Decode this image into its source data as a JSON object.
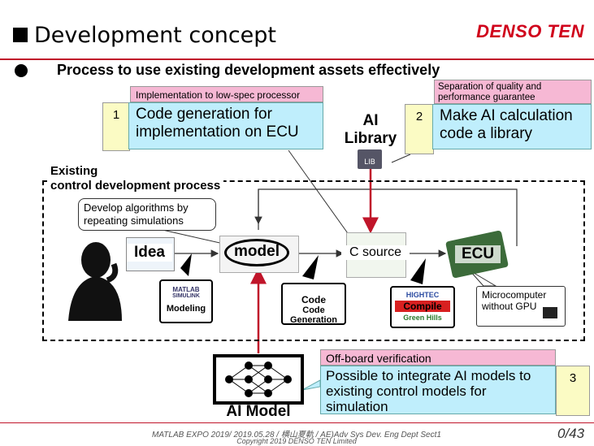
{
  "header": {
    "title": "Development concept",
    "logo": "DENSO TEN",
    "subtitle": "Process to use existing development assets effectively"
  },
  "step1": {
    "tag": "Implementation to low-spec processor",
    "number": "1",
    "text": "Code generation for implementation on ECU"
  },
  "step2": {
    "tag": "Separation of quality and performance guarantee",
    "number": "2",
    "text": "Make AI calculation code a library"
  },
  "step3": {
    "tag": "Off-board verification",
    "number": "3",
    "text": "Possible to integrate AI models to existing control models for simulation"
  },
  "ai_library": {
    "line1": "AI",
    "line2": "Library",
    "icon_label": "LIB"
  },
  "process": {
    "label_line1": "Existing",
    "label_line2": "control development process",
    "callout": "Develop algorithms by repeating simulations",
    "idea": "Idea",
    "model": "model",
    "c_source": "C source",
    "ecu": "ECU",
    "micro_callout": "Microcomputer without GPU",
    "tools": {
      "modeling": "Modeling",
      "codegen": "Code Generation",
      "compile": "Compile",
      "matlab": "MATLAB",
      "simulink": "SIMULINK",
      "code": "Code",
      "ghs": "Green Hills",
      "hightec": "HIGHTEC"
    }
  },
  "ai_model": {
    "label": "AI Model"
  },
  "footer": {
    "line1": "MATLAB EXPO 2019/ 2019.05.28 / 横山夏軌 / AE)Adv Sys Dev. Eng Dept Sect1",
    "line2": "Copyright 2019 DENSO TEN Limited",
    "page": "0/43"
  },
  "colors": {
    "accent": "#c0152a",
    "arrow_red": "#c0152a",
    "tag_pink": "#f6b8d4",
    "box_cyan": "#bfeefc",
    "num_yellow": "#fbfbc4"
  }
}
